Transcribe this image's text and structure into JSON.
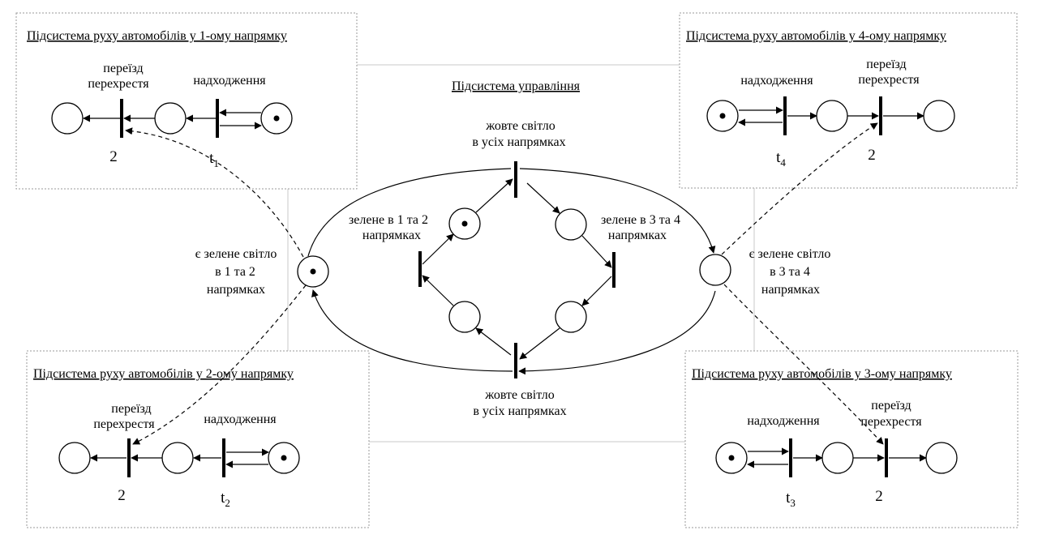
{
  "control": {
    "title": "Підсистема управління",
    "yellow_top_1": "жовте світло",
    "yellow_top_2": "в усіх напрямках",
    "yellow_bottom_1": "жовте світло",
    "yellow_bottom_2": "в усіх напрямках",
    "green12_1": "зелене в 1 та 2",
    "green12_2": "напрямках",
    "green34_1": "зелене в 3 та 4",
    "green34_2": "напрямках",
    "has_green12_1": "є зелене світло",
    "has_green12_2": "в 1 та 2",
    "has_green12_3": "напрямках",
    "has_green34_1": "є зелене світло",
    "has_green34_2": "в 3 та 4",
    "has_green34_3": "напрямках"
  },
  "subsystems": {
    "d1": {
      "title": "Підсистема руху автомобілів у 1-ому напрямку",
      "cross_1": "переїзд",
      "cross_2": "перехрестя",
      "arrival": "надходження",
      "label_2": "2",
      "t_main": "t",
      "t_sub": "1"
    },
    "d2": {
      "title": "Підсистема руху автомобілів у 2-ому напрямку",
      "cross_1": "переїзд",
      "cross_2": "перехрестя",
      "arrival": "надходження",
      "label_2": "2",
      "t_main": "t",
      "t_sub": "2"
    },
    "d3": {
      "title": "Підсистема руху автомобілів у 3-ому напрямку",
      "cross_1": "переїзд",
      "cross_2": "перехрестя",
      "arrival": "надходження",
      "label_2": "2",
      "t_main": "t",
      "t_sub": "3"
    },
    "d4": {
      "title": "Підсистема руху автомобілів у 4-ому напрямку",
      "cross_1": "переїзд",
      "cross_2": "перехрестя",
      "arrival": "надходження",
      "label_2": "2",
      "t_main": "t",
      "t_sub": "4"
    }
  }
}
